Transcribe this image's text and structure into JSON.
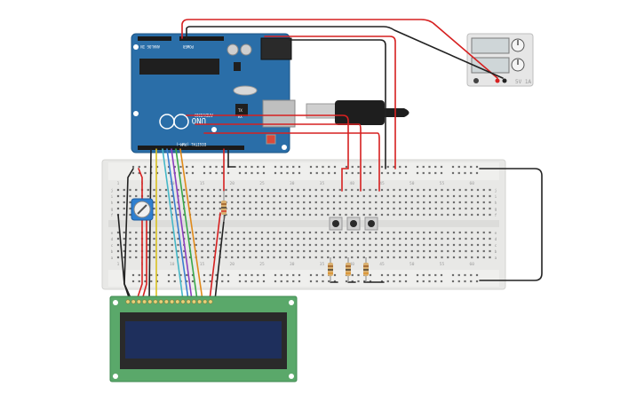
{
  "arduino": {
    "model_label": "UNO",
    "brand_label": "ARDUINO",
    "section_power": "POWER",
    "section_analog": "ANALOG IN",
    "section_digital": "DIGITAL (PWM~)",
    "tx_label": "TX",
    "rx_label": "RX",
    "board_color": "#2a6ea8"
  },
  "breadboard": {
    "row_letters_top": [
      "j",
      "i",
      "h",
      "g",
      "f"
    ],
    "row_letters_bottom": [
      "e",
      "d",
      "c",
      "b",
      "a"
    ],
    "column_numbers": [
      "1",
      "5",
      "10",
      "15",
      "20",
      "25",
      "30",
      "35",
      "40",
      "45",
      "50",
      "55",
      "60"
    ],
    "body_color": "#e8e8e6"
  },
  "power_supply": {
    "label": "5V 1A",
    "body_color": "#e6e6e6"
  },
  "lcd": {
    "pcb_color": "#5aa86a",
    "screen_color": "#1e2f5c"
  },
  "components": {
    "potentiometer_color": "#2f7fd0",
    "pushbutton_count": 3,
    "resistor_count": 4
  },
  "wire_colors": {
    "red": "#d62020",
    "black": "#222222",
    "purple": "#8a3fc0",
    "blue": "#3a7fd0",
    "teal": "#45b8c8",
    "green": "#3aa84a",
    "orange": "#e08a1a",
    "yellow": "#d8c020"
  }
}
